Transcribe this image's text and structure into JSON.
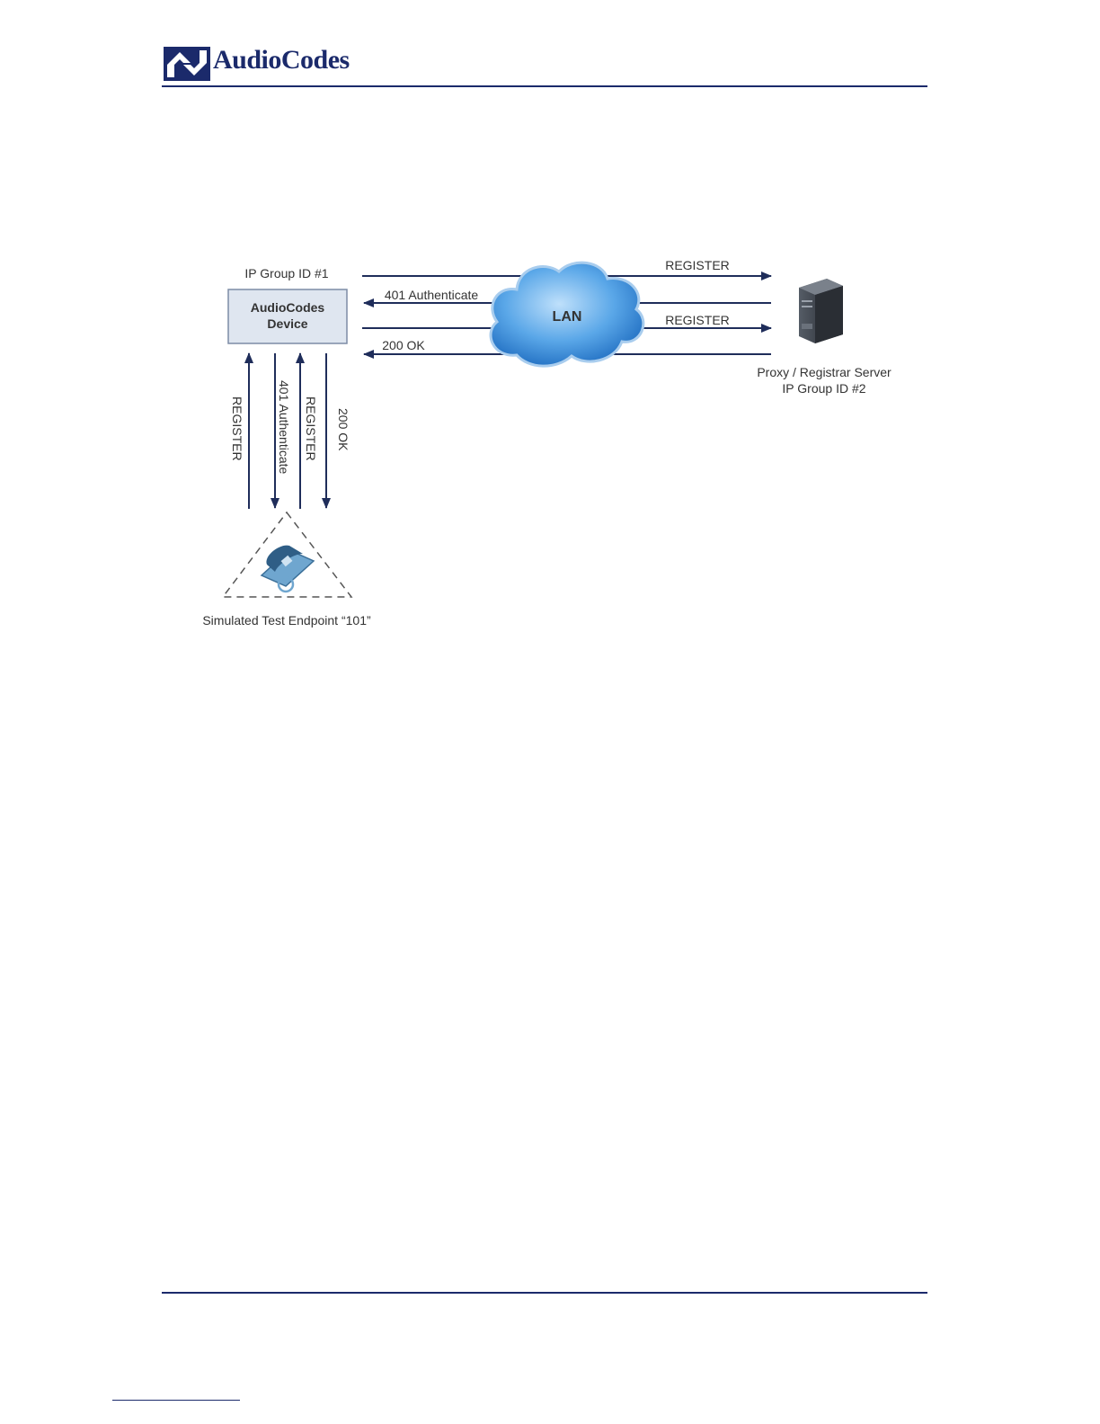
{
  "header": {
    "brand": "AudioCodes"
  },
  "diagram": {
    "device_group_label": "IP Group ID #1",
    "device_label_line1": "AudioCodes",
    "device_label_line2": "Device",
    "cloud_label": "LAN",
    "server_label_line1": "Proxy / Registrar Server",
    "server_label_line2": "IP Group ID #2",
    "endpoint_label": "Simulated Test Endpoint “101”",
    "messages_lan": [
      "REGISTER",
      "401 Authenticate",
      "REGISTER",
      "200 OK"
    ],
    "messages_vertical": [
      "REGISTER",
      "401 Authenticate",
      "REGISTER",
      "200 OK"
    ]
  },
  "colors": {
    "brand": "#1b2a6b",
    "arrow": "#1f2d5a",
    "cloud": "#3d8ad6",
    "device_fill": "#dfe6f0"
  }
}
